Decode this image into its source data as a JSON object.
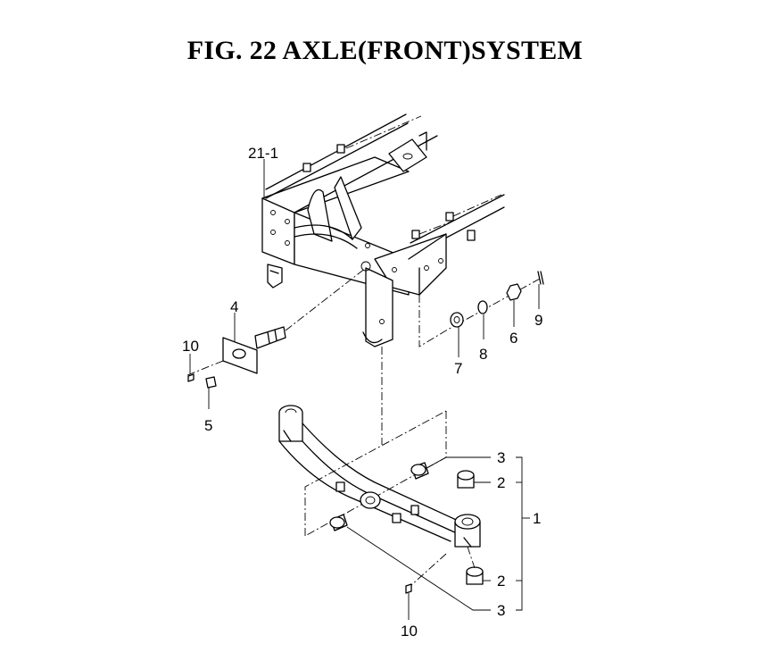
{
  "title": "FIG. 22  AXLE(FRONT)SYSTEM",
  "callouts": {
    "frame": "21-1",
    "pivot_pin": "4",
    "pin_left": "10",
    "bolt": "5",
    "washer_flat": "7",
    "washer_lock": "8",
    "nut": "6",
    "cotter_pin": "9",
    "bushing_upper": "3",
    "bearing_upper": "2",
    "axle_assembly": "1",
    "bearing_lower": "2",
    "bushing_lower": "3",
    "pin_bottom": "10"
  }
}
